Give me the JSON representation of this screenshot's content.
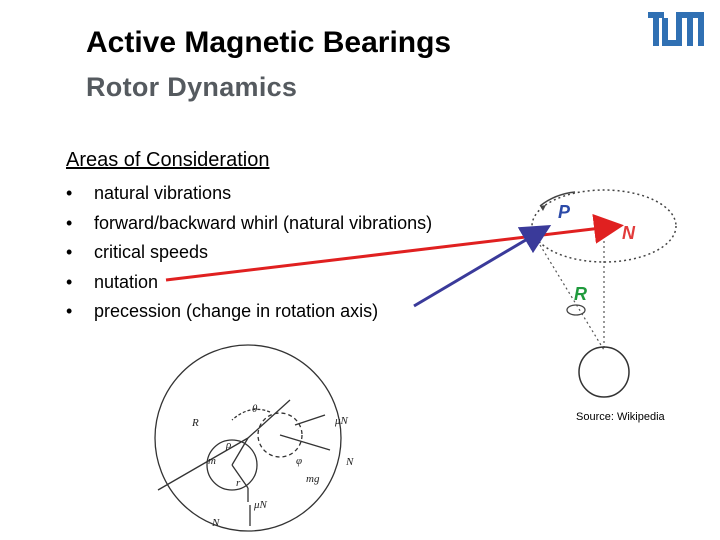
{
  "header": {
    "title": "Active Magnetic Bearings",
    "subtitle": "Rotor Dynamics",
    "logo_text": "TUM",
    "logo_color": "#3070b3"
  },
  "content": {
    "section_heading": "Areas of Consideration",
    "bullet_symbol": "•",
    "bullets": [
      "natural vibrations",
      "forward/backward whirl (natural vibrations)",
      "critical speeds",
      "nutation",
      "precession (change in rotation axis)"
    ]
  },
  "figure_left": {
    "labels": [
      "R",
      "θ",
      "μN",
      "ρ",
      "φ",
      "N",
      "m",
      "r",
      "mg",
      "N",
      "μN"
    ]
  },
  "figure_right": {
    "label_p": "P",
    "label_n": "N",
    "label_r": "R",
    "colors": {
      "p": "#2b4aa8",
      "n": "#e23b3b",
      "r": "#1f9a3c"
    }
  },
  "source": "Source: Wikipedia",
  "arrows": {
    "nutation_color": "#e02020",
    "precession_color": "#3a3a9a"
  }
}
